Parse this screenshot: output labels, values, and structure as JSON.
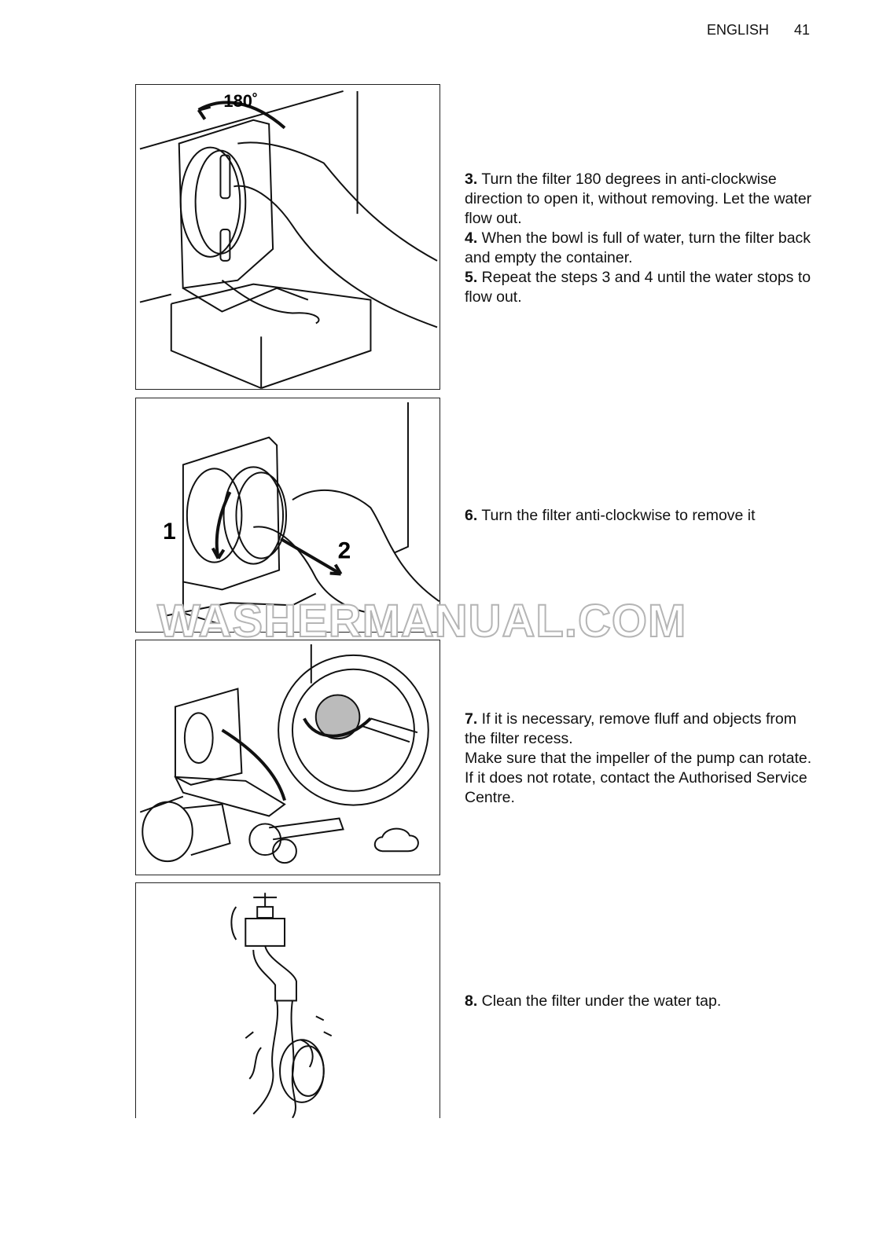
{
  "header": {
    "language": "ENGLISH",
    "page_number": "41"
  },
  "panels": [
    {
      "label": "180˚",
      "steps": [
        {
          "num": "3.",
          "text": " Turn the filter 180 degrees in anti-clockwise direction to open it, without removing. Let the water flow out."
        },
        {
          "num": "4.",
          "text": " When the bowl is full of water, turn the filter back and empty the container."
        },
        {
          "num": "5.",
          "text": " Repeat the steps 3 and 4 until the water stops to flow out."
        }
      ]
    },
    {
      "label_1": "1",
      "label_2": "2",
      "steps": [
        {
          "num": "6.",
          "text": " Turn the filter anti-clockwise to remove it"
        }
      ]
    },
    {
      "steps": [
        {
          "num": "7.",
          "text": " If it is necessary, remove fluff and objects from the filter recess."
        },
        {
          "num": "",
          "text": "Make sure that the impeller of the pump can rotate. If it does not rotate, contact the Authorised Service Centre."
        }
      ]
    },
    {
      "steps": [
        {
          "num": "8.",
          "text": " Clean the filter under the water tap."
        }
      ]
    }
  ],
  "watermark": "WASHERMANUAL.COM"
}
